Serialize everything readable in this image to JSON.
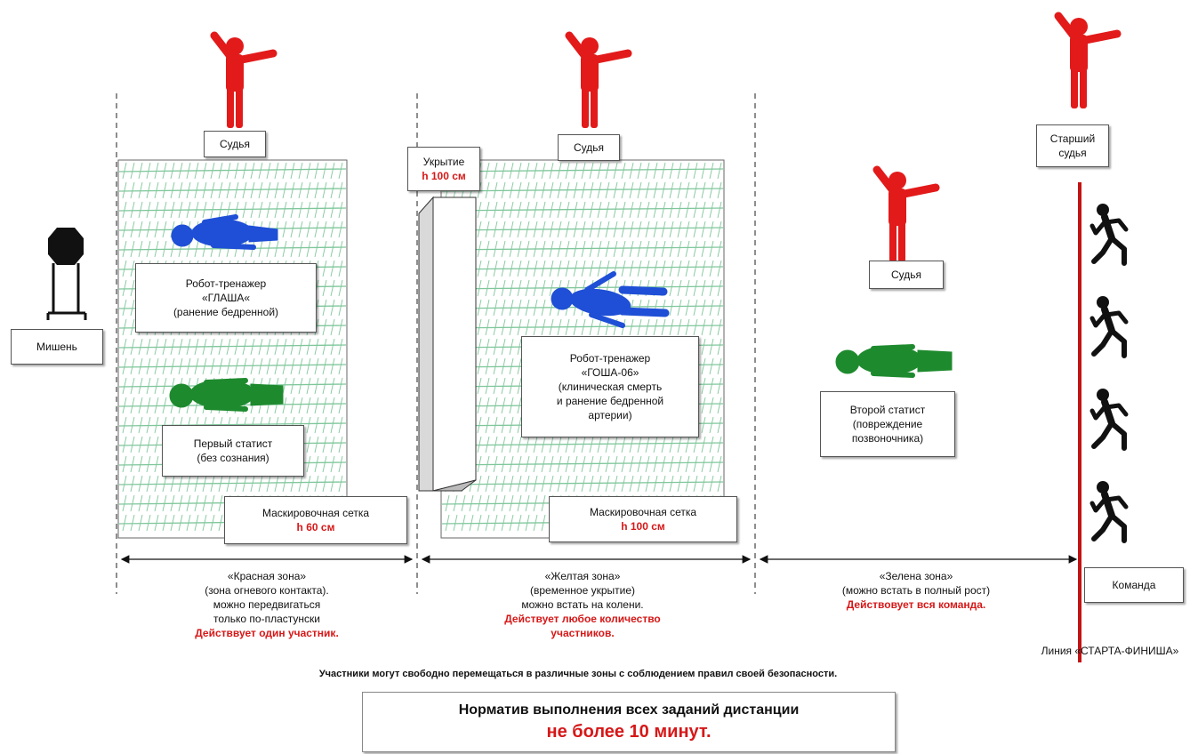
{
  "labels": {
    "judge1": "Судья",
    "judge2": "Судья",
    "judge3": "Судья",
    "senior_judge_line1": "Старший",
    "senior_judge_line2": "судья",
    "target": "Мишень",
    "cover_title": "Укрытие",
    "cover_height": "h 100 см",
    "robot_glasha": [
      "Робот-тренажер",
      "«ГЛАША«",
      "(ранение бедренной)"
    ],
    "first_extra": [
      "Первый статист",
      "(без сознания)"
    ],
    "robot_gosha": [
      "Робот-тренажер",
      "«ГОША-06»",
      "(клиническая смерть",
      "и ранение бедренной",
      "артерии)"
    ],
    "second_extra": [
      "Второй статист",
      "(повреждение",
      "позвоночника)"
    ],
    "net1_title": "Маскировочная сетка",
    "net1_height": "h 60 см",
    "net2_title": "Маскировочная сетка",
    "net2_height": "h 100 см",
    "team": "Команда",
    "start_finish_line": "Линия «СТАРТА-ФИНИША»"
  },
  "zones": {
    "red": {
      "lines": [
        "«Красная зона»",
        "(зона огневого контакта).",
        "можно передвигаться",
        "только по-пластунски"
      ],
      "rule": "Действвует один участник."
    },
    "yellow": {
      "lines": [
        "«Желтая зона»",
        "(временное укрытие)",
        "можно встать на колени."
      ],
      "rule_lines": [
        "Действует любое количество",
        "участников."
      ]
    },
    "green": {
      "lines": [
        "«Зелена зона»",
        "(можно встать в полный рост)"
      ],
      "rule": "Действовует вся команда."
    }
  },
  "note": "Участники могут свободно перемещаться в различные зоны с соблюдением правил своей безопасности.",
  "standard": {
    "line1": "Норматив выполнения всех заданий дистанции",
    "line2": "не более 10 минут."
  },
  "colors": {
    "accent_red": "#d61818",
    "judge_red": "#e21a1a",
    "robot_blue": "#1f4fd6",
    "extra_green": "#1e8a2e",
    "net_green": "#7fc79b"
  }
}
